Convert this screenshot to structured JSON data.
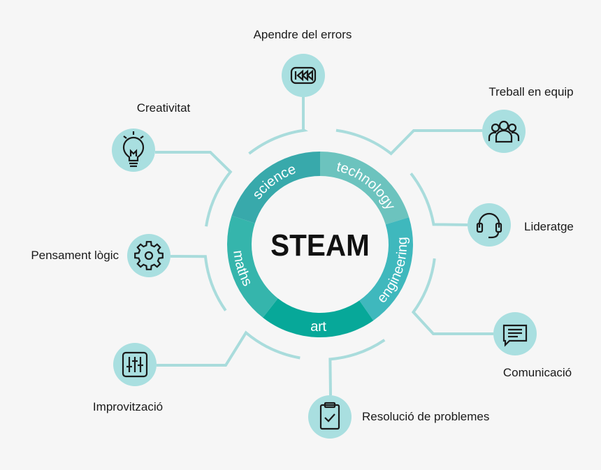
{
  "center": {
    "title": "STEAM"
  },
  "segments": [
    {
      "label": "science",
      "color": "#38a9ab"
    },
    {
      "label": "technology",
      "color": "#6cc3be"
    },
    {
      "label": "engineering",
      "color": "#3fb8bd"
    },
    {
      "label": "art",
      "color": "#07a899"
    },
    {
      "label": "maths",
      "color": "#35b5ac"
    }
  ],
  "skills": [
    {
      "label": "Apendre del errors",
      "icon": "rewind-icon"
    },
    {
      "label": "Treball en equip",
      "icon": "team-icon"
    },
    {
      "label": "Lideratge",
      "icon": "headset-icon"
    },
    {
      "label": "Comunicació",
      "icon": "chat-icon"
    },
    {
      "label": "Resolució de problemes",
      "icon": "clipboard-check-icon"
    },
    {
      "label": "Improvització",
      "icon": "sliders-icon"
    },
    {
      "label": "Pensament lògic",
      "icon": "gear-icon"
    },
    {
      "label": "Creativitat",
      "icon": "lightbulb-icon"
    }
  ],
  "colors": {
    "connector": "#a9dcdc",
    "icon_circle": "#a9dfe0",
    "background": "#f6f6f6",
    "icon_stroke": "#1a1a1a"
  }
}
